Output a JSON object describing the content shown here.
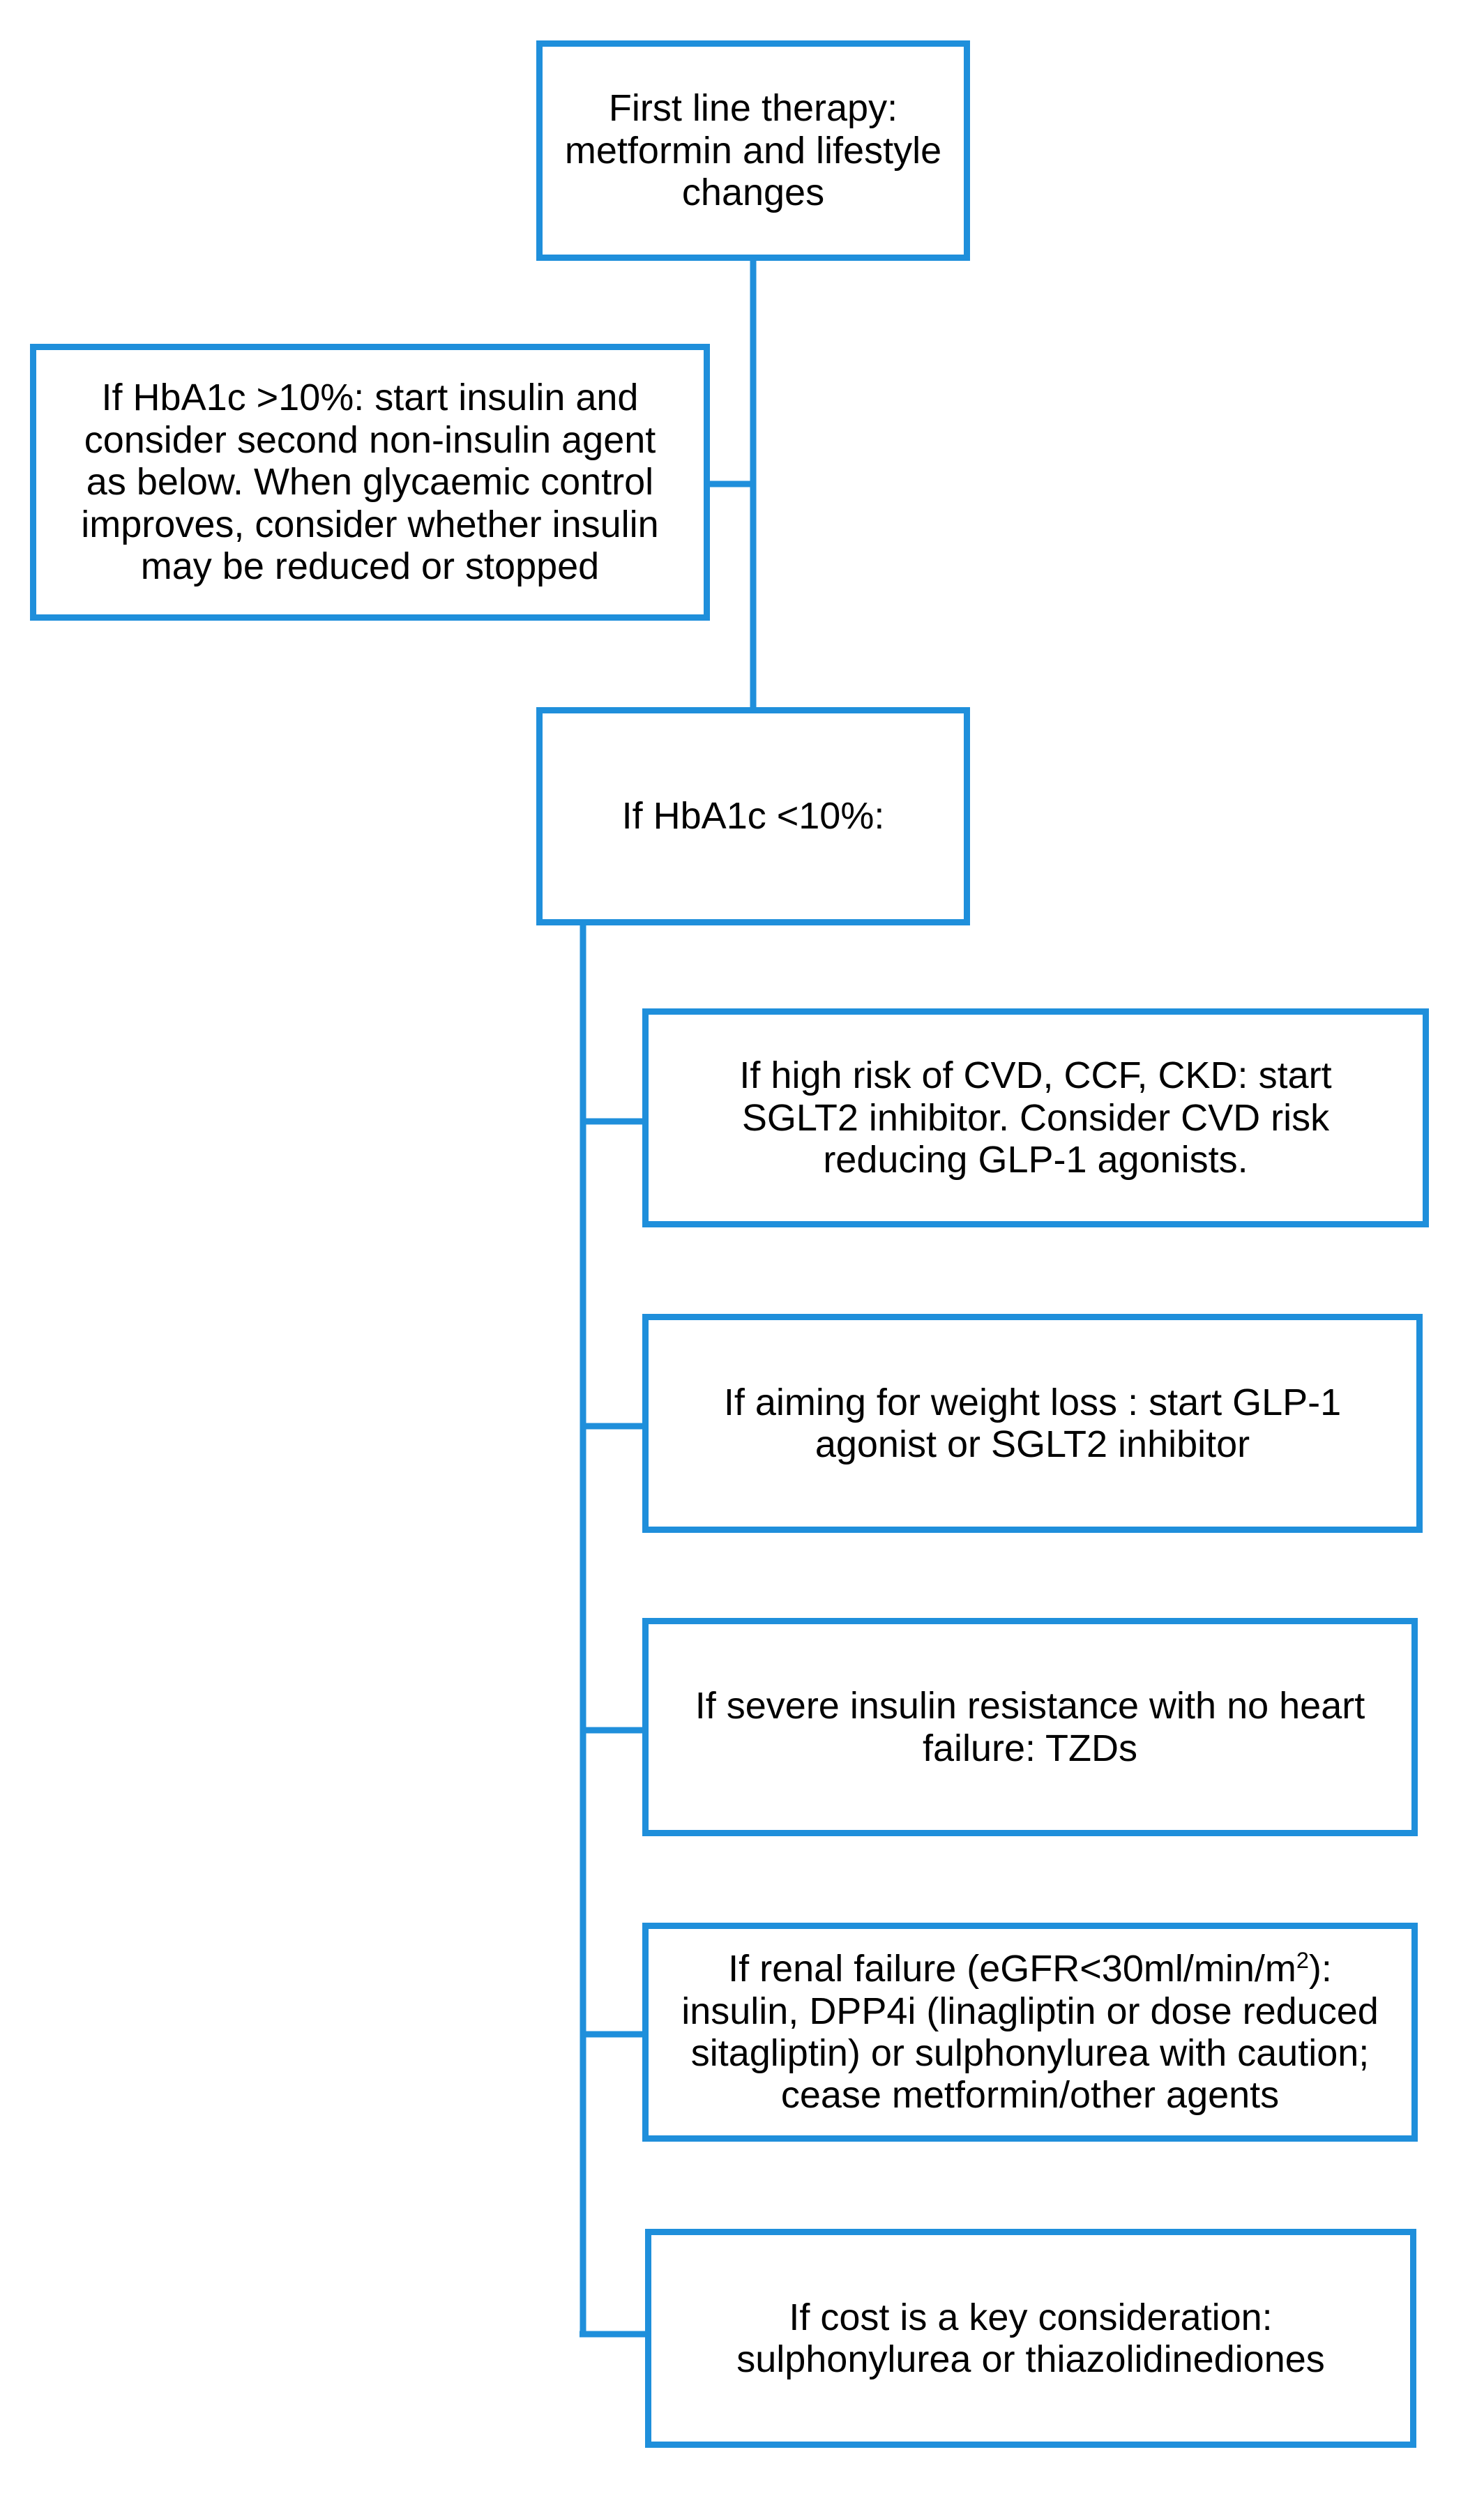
{
  "colors": {
    "line": "#1f8fdb",
    "box_border": "#1f8fdb",
    "text": "#000000",
    "background": "#ffffff"
  },
  "nodes": {
    "first_line": {
      "text": "First line therapy:\nmetformin and lifestyle\nchanges"
    },
    "high_hba1c": {
      "text": "If HbA1c  >10%: start insulin and\nconsider second non-insulin agent\nas below. When glycaemic control\nimproves, consider whether insulin\nmay be reduced or stopped"
    },
    "low_hba1c": {
      "text": "If HbA1c  <10%:"
    },
    "cvd_risk": {
      "text": "If high  risk of CVD, CCF, CKD: start\nSGLT2 inhibitor. Consider CVD risk\nreducing GLP-1 agonists."
    },
    "weight_loss": {
      "text": "If aiming  for weight loss : start GLP-1\nagonist or SGLT2 inhibitor"
    },
    "insulin_resistance": {
      "text": "If severe insulin resistance with no heart\nfailure: TZDs"
    },
    "renal_failure": {
      "text_before_sup": "If renal failure   (eGFR<30ml/min/m",
      "sup": "2",
      "text_after_sup": "):",
      "text_rest": "insulin, DPP4i (linagliptin or dose reduced\nsitagliptin) or sulphonylurea with caution;\ncease metformin/other agents"
    },
    "cost": {
      "text": "If cost is a key consideration:\nsulphonylurea or thiazolidinediones"
    }
  }
}
